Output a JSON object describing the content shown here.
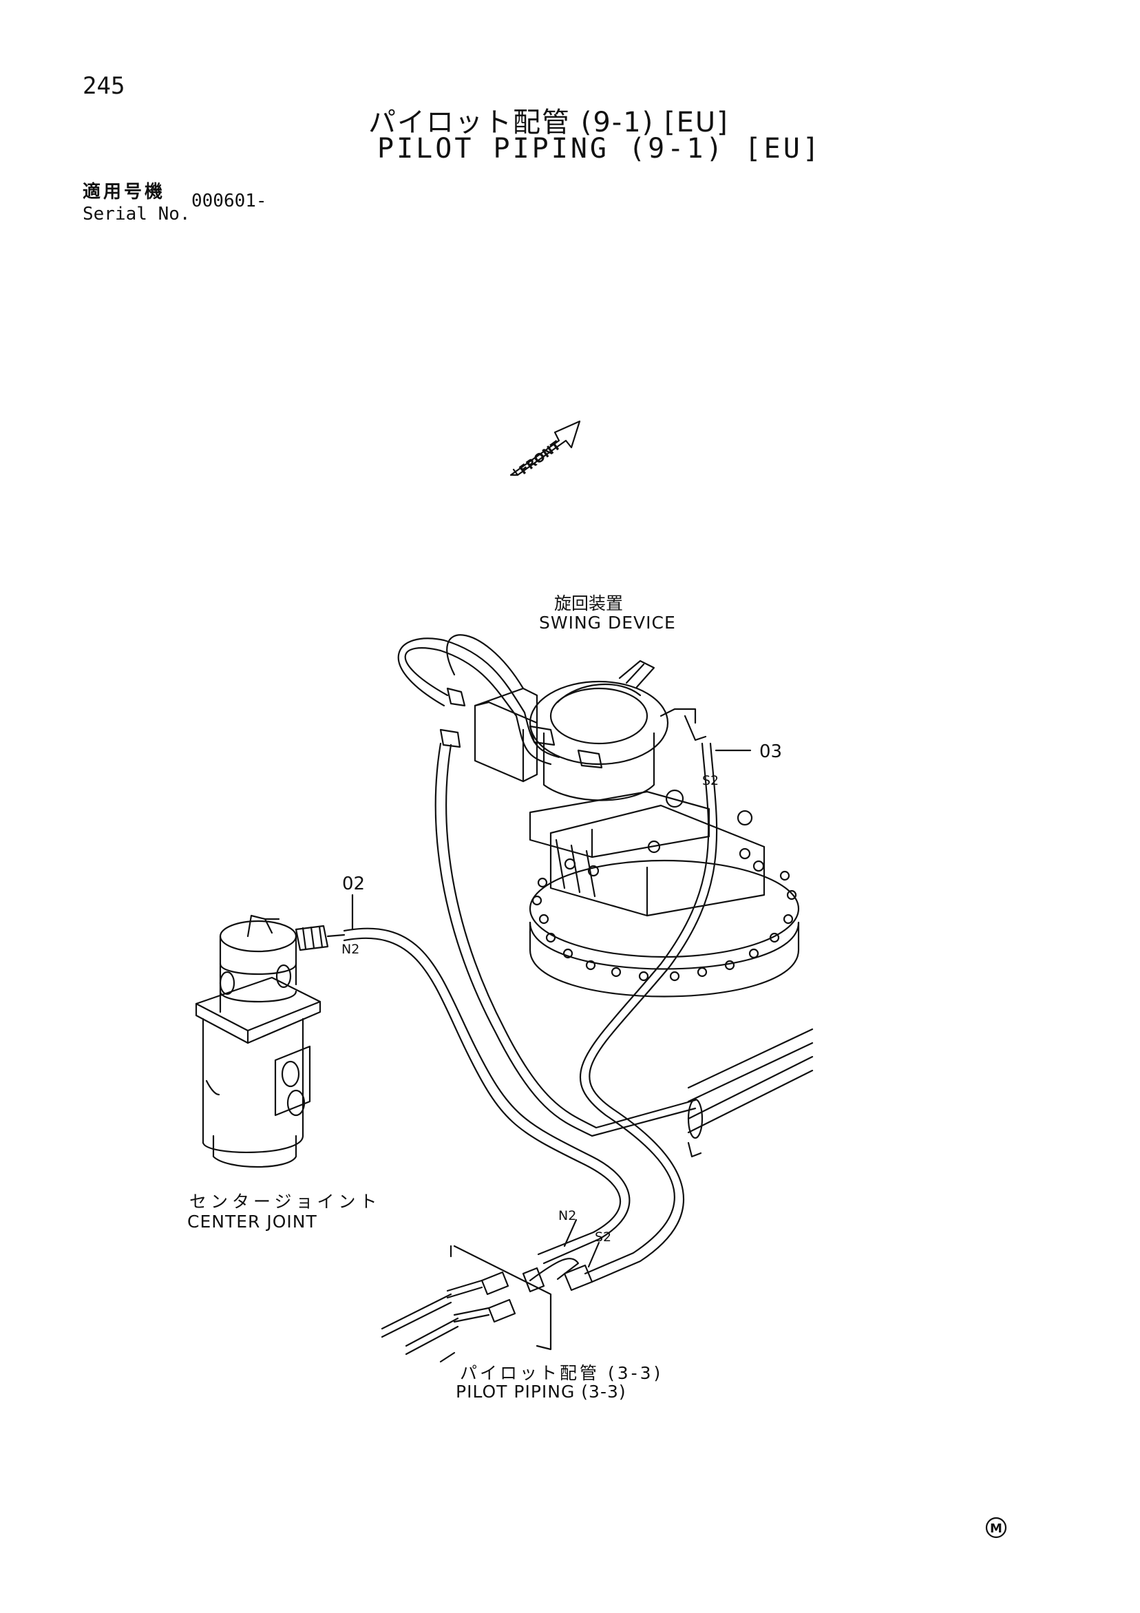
{
  "page": {
    "number": "245",
    "title_jp": "パイロット配管 (9-1) [EU]",
    "title_en": "PILOT PIPING (9-1) [EU]",
    "serial_label_jp": "適用号機",
    "serial_label_en": "Serial No.",
    "serial_value": "000601-"
  },
  "diagram": {
    "front_arrow": "FRONT",
    "swing_device_jp": "旋回装置",
    "swing_device_en": "SWING DEVICE",
    "center_joint_jp": "センタージョイント",
    "center_joint_en": "CENTER JOINT",
    "pilot_piping_jp": "パイロット配管 (3-3)",
    "pilot_piping_en": "PILOT PIPING (3-3)",
    "callouts": {
      "part_02": "02",
      "part_03": "03",
      "port_n2_upper": "N2",
      "port_s2_upper": "S2",
      "port_n2_lower": "N2",
      "port_s2_lower": "S2"
    },
    "mark": "M"
  }
}
